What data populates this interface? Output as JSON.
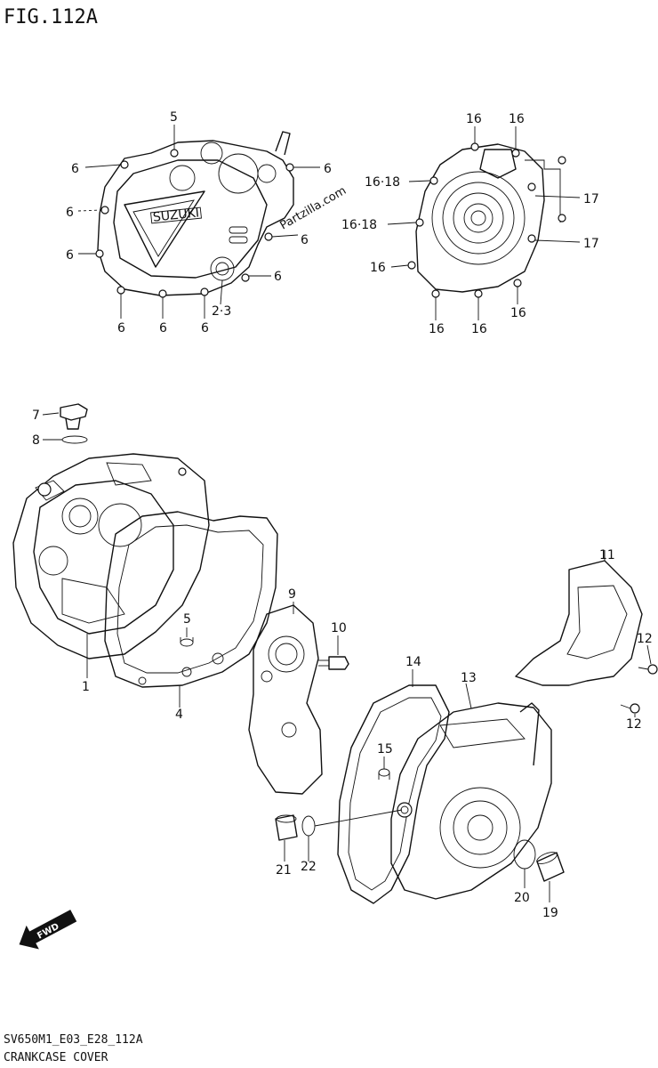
{
  "figure": {
    "title": "FIG.112A",
    "code": "SV650M1_E03_E28_112A",
    "caption": "CRANKCASE COVER",
    "watermark": "Partzilla.com",
    "fwd_label": "FWD"
  },
  "callouts": {
    "c1": "1",
    "c2": "2·3",
    "c4": "4",
    "c5a": "5",
    "c5b": "5",
    "c6": "6",
    "c7": "7",
    "c8": "8",
    "c9": "9",
    "c10": "10",
    "c11": "11",
    "c12": "12",
    "c13": "13",
    "c14": "14",
    "c15": "15",
    "c16": "16",
    "c16_18": "16·18",
    "c17": "17",
    "c19": "19",
    "c20": "20",
    "c21": "21",
    "c22": "22"
  },
  "brand": {
    "logo_text": "SUZUKI"
  }
}
